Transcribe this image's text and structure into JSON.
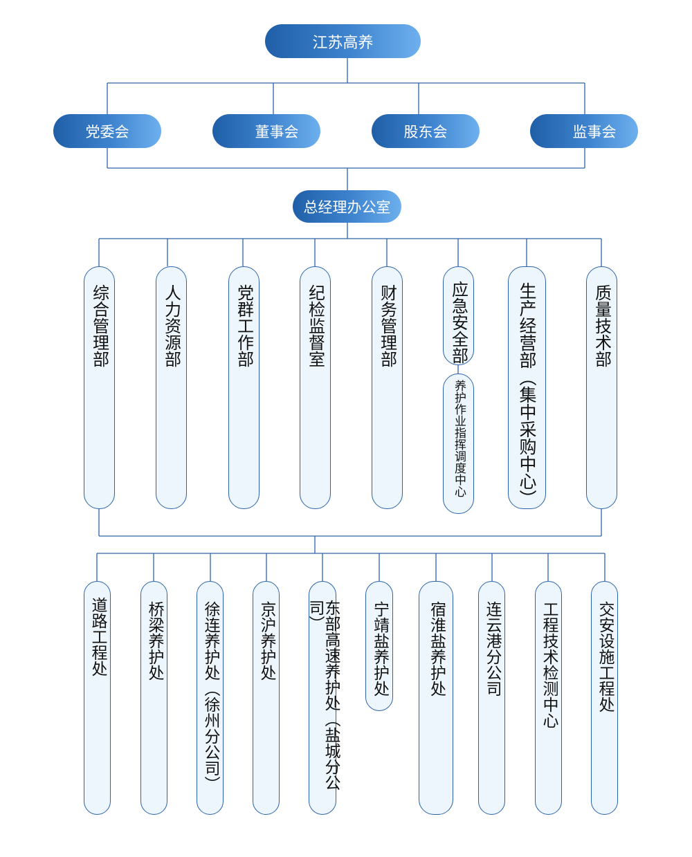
{
  "root": "江苏高养",
  "governance": [
    "党委会",
    "董事会",
    "股东会",
    "监事会"
  ],
  "office": "总经理办公室",
  "departments": [
    "综合管理部",
    "人力资源部",
    "党群工作部",
    "纪检监督室",
    "财务管理部",
    "应急安全部",
    "生产经营部（集中采购中心）",
    "质量技术部"
  ],
  "sub_center": "养护作业指挥调度中心",
  "branches": [
    "道路工程处",
    "桥梁养护处",
    "徐连养护处（徐州分公司）",
    "京沪养护处",
    "东部高速养护处（盐城分公司）",
    "宁靖盐养护处",
    "宿淮盐养护处",
    "连云港分公司",
    "工程技术检测中心",
    "交安设施工程处"
  ],
  "colors": {
    "line": "#2c63a8",
    "box_fill": "#ecf6fc",
    "pill_start": "#1f5fa8",
    "pill_end": "#6eb0ee"
  }
}
